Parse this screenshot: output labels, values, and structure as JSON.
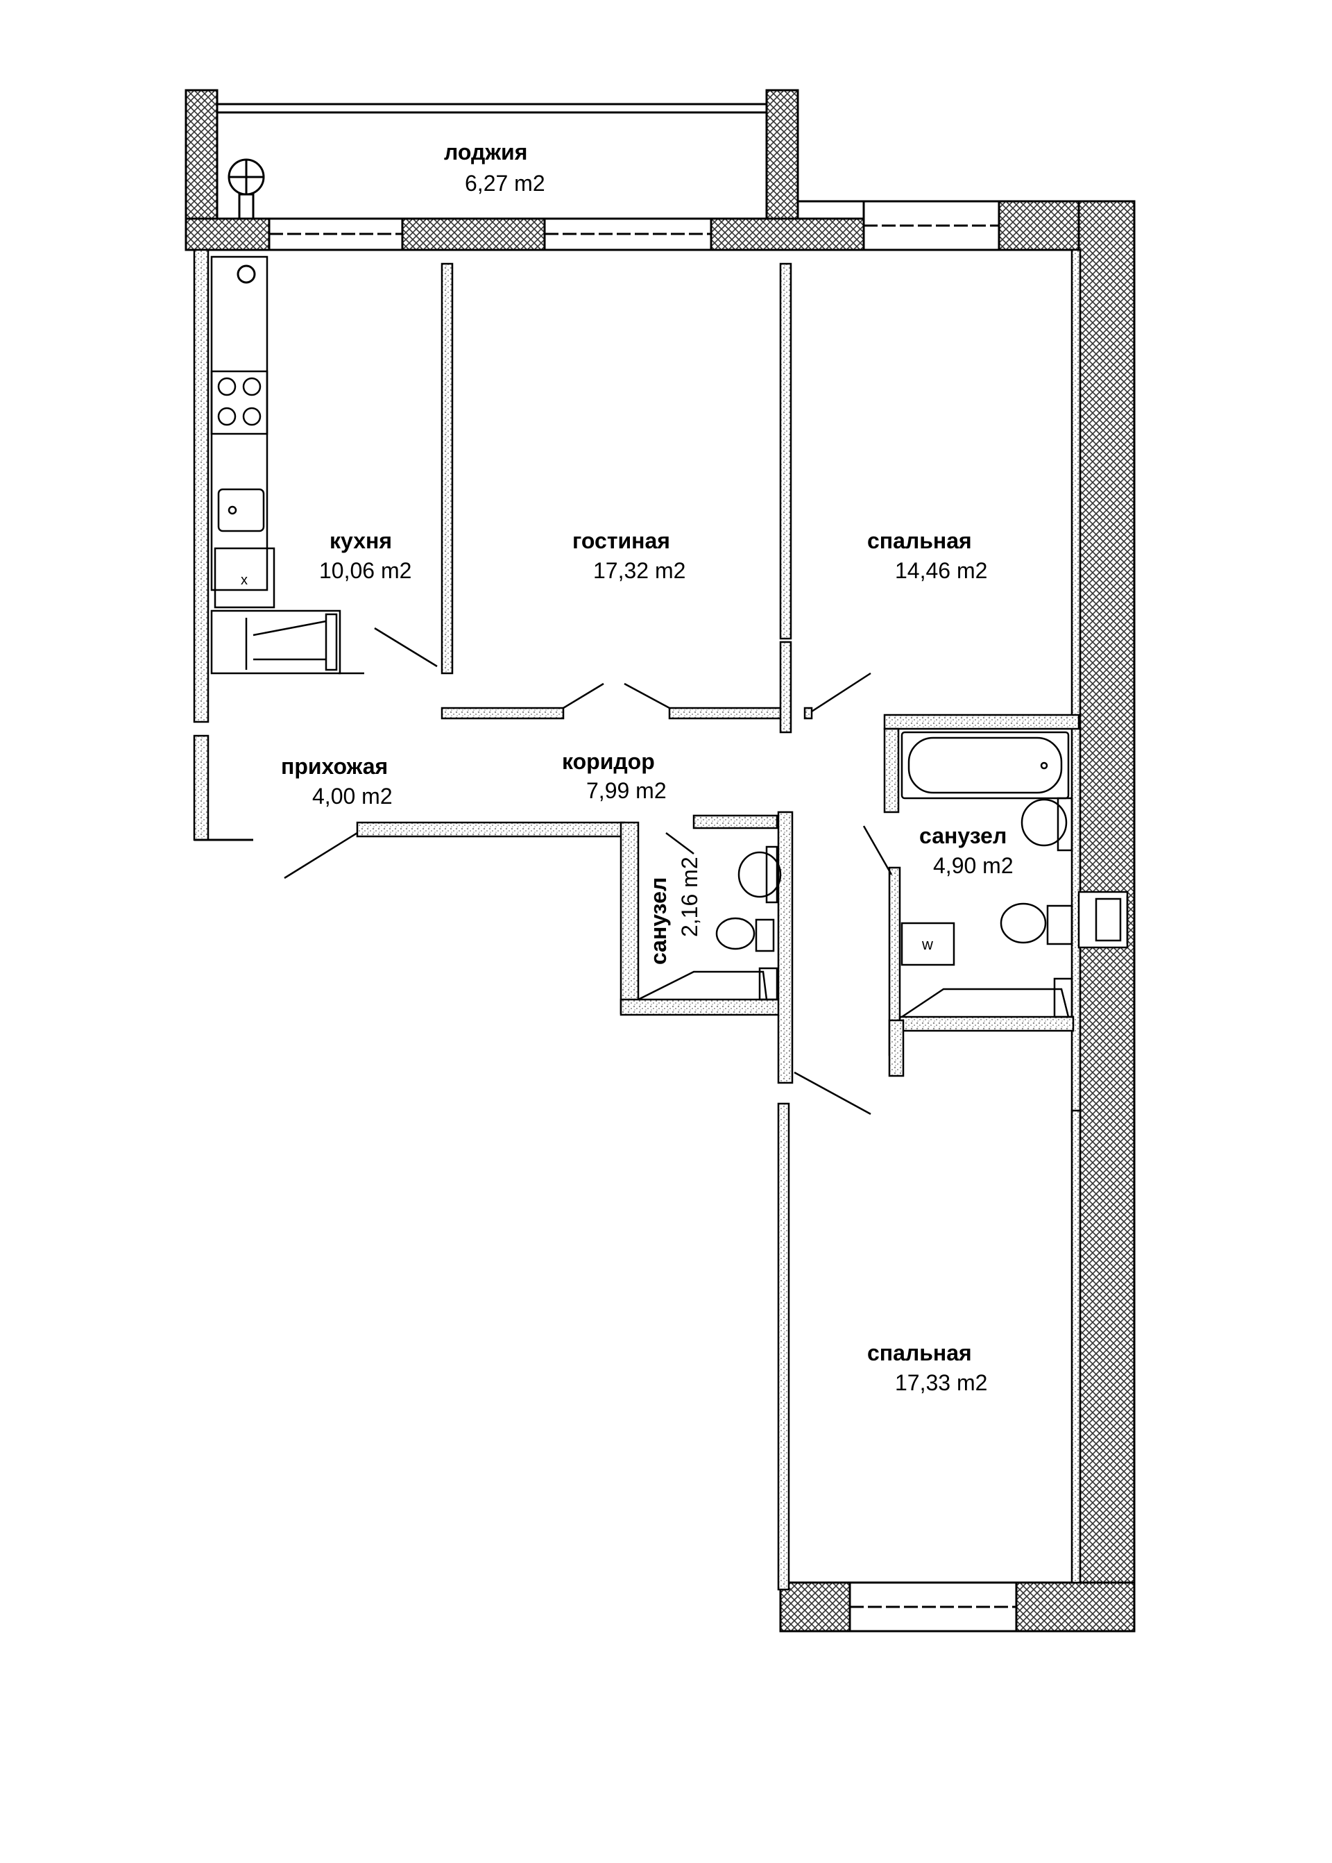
{
  "colors": {
    "ink": "#000000",
    "paper": "#ffffff",
    "hatch": "#333333",
    "speckle": "#8a8a8a"
  },
  "rooms": [
    {
      "id": "loggia",
      "name": "лоджия",
      "area": "6,27 m2"
    },
    {
      "id": "kitchen",
      "name": "кухня",
      "area": "10,06 m2"
    },
    {
      "id": "living",
      "name": "гостиная",
      "area": "17,32 m2"
    },
    {
      "id": "bedroom1",
      "name": "спальная",
      "area": "14,46 m2"
    },
    {
      "id": "hall",
      "name": "прихожая",
      "area": "4,00 m2"
    },
    {
      "id": "corridor",
      "name": "коридор",
      "area": "7,99 m2"
    },
    {
      "id": "bathroom-small",
      "name": "санузел",
      "area": "2,16 m2"
    },
    {
      "id": "bathroom-large",
      "name": "санузел",
      "area": "4,90 m2"
    },
    {
      "id": "bedroom2",
      "name": "спальная",
      "area": "17,33 m2"
    }
  ],
  "fixtures": {
    "washer_label": "w",
    "fridge_label": "x"
  }
}
